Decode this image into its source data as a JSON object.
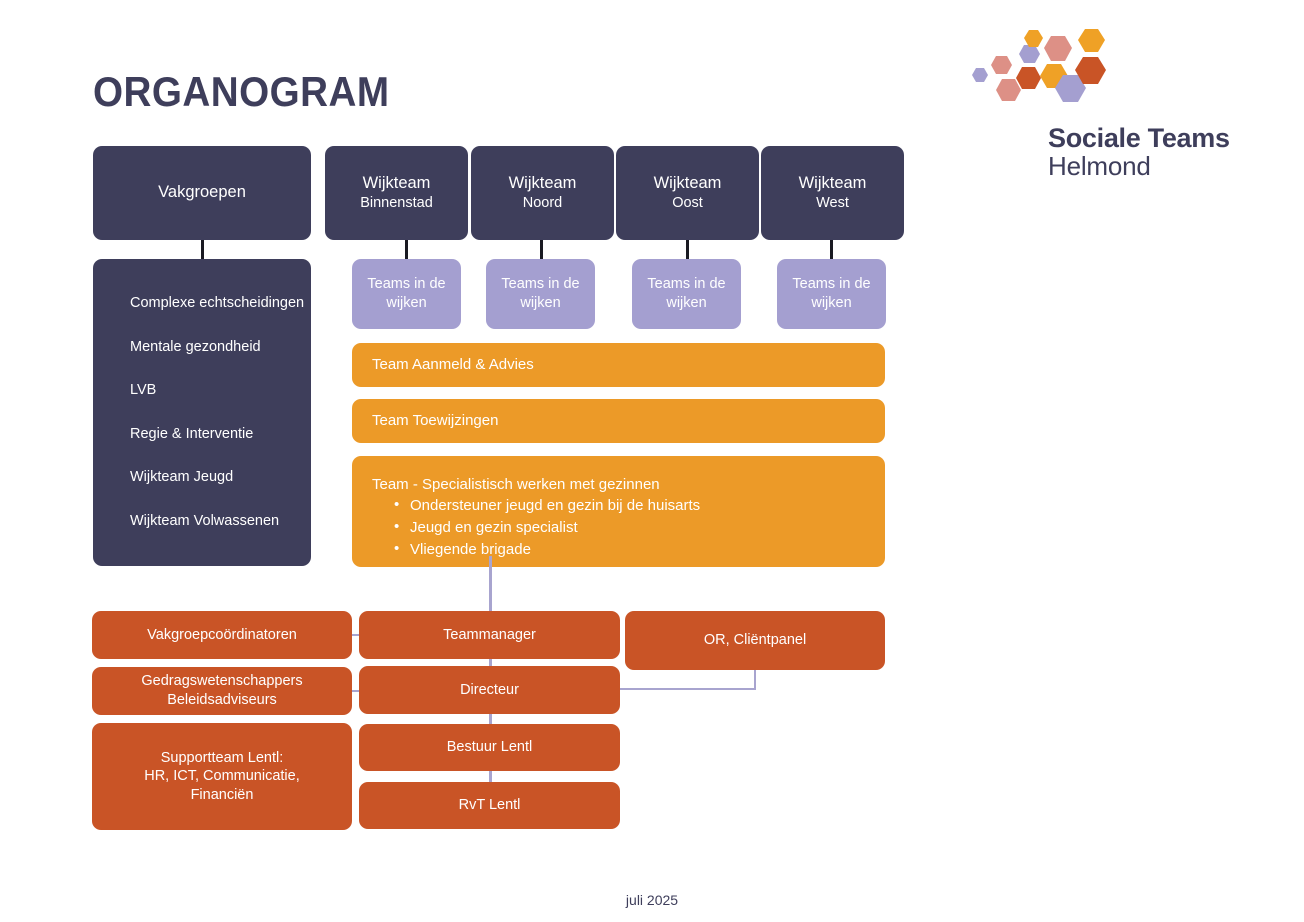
{
  "page": {
    "title": "ORGANOGRAM",
    "footer": "juli 2025"
  },
  "logo": {
    "line1": "Sociale Teams",
    "line2": "Helmond",
    "colors": {
      "orange": "#EFA126",
      "salmon": "#DD9086",
      "purple": "#A49FD0",
      "rust": "#C95426",
      "navy": "#3E3E5B"
    }
  },
  "colors": {
    "navy": "#3E3E5B",
    "purple": "#A49FD0",
    "orange": "#EC9A28",
    "rust": "#C95426",
    "connector_dark": "#1a1a22",
    "connector_lavender": "#A8A4CF"
  },
  "top_row": {
    "vakgroepen": {
      "title": "Vakgroepen"
    },
    "wijkteams": [
      {
        "title": "Wijkteam",
        "sub": "Binnenstad"
      },
      {
        "title": "Wijkteam",
        "sub": "Noord"
      },
      {
        "title": "Wijkteam",
        "sub": "Oost"
      },
      {
        "title": "Wijkteam",
        "sub": "West"
      }
    ]
  },
  "teams_in_wijken": [
    {
      "line1": "Teams in de",
      "line2": "wijken"
    },
    {
      "line1": "Teams in de",
      "line2": "wijken"
    },
    {
      "line1": "Teams in de",
      "line2": "wijken"
    },
    {
      "line1": "Teams in de",
      "line2": "wijken"
    }
  ],
  "vakgroepen_items": [
    "Complexe echtscheidingen",
    "Mentale gezondheid",
    "LVB",
    "Regie & Interventie",
    "Wijkteam Jeugd",
    "Wijkteam Volwassenen"
  ],
  "orange_bars": [
    {
      "label": "Team Aanmeld & Advies"
    },
    {
      "label": "Team Toewijzingen"
    }
  ],
  "specialist": {
    "heading": "Team - Specialistisch werken met gezinnen",
    "bullets": [
      "Ondersteuner jeugd en gezin bij de huisarts",
      "Jeugd en gezin specialist",
      "Vliegende brigade"
    ]
  },
  "management": {
    "left": [
      {
        "lines": [
          "Vakgroepcoördinatoren"
        ]
      },
      {
        "lines": [
          "Gedragswetenschappers",
          "Beleidsadviseurs"
        ]
      },
      {
        "lines": [
          "Supportteam Lentl:",
          "HR, ICT, Communicatie,",
          "Financiën"
        ]
      }
    ],
    "center": [
      {
        "label": "Teammanager"
      },
      {
        "label": "Directeur"
      },
      {
        "label": "Bestuur Lentl"
      },
      {
        "label": "RvT Lentl"
      }
    ],
    "right": [
      {
        "label": "OR, Cliëntpanel"
      }
    ]
  }
}
